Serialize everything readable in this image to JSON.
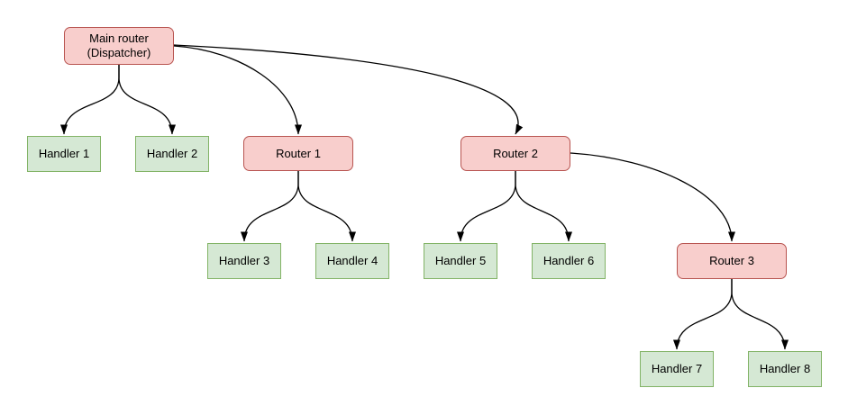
{
  "diagram": {
    "type": "tree",
    "nodes": [
      {
        "id": "main-router",
        "label": "Main router\n(Dispatcher)",
        "kind": "router"
      },
      {
        "id": "handler-1",
        "label": "Handler 1",
        "kind": "handler"
      },
      {
        "id": "handler-2",
        "label": "Handler 2",
        "kind": "handler"
      },
      {
        "id": "router-1",
        "label": "Router 1",
        "kind": "router"
      },
      {
        "id": "router-2",
        "label": "Router 2",
        "kind": "router"
      },
      {
        "id": "handler-3",
        "label": "Handler 3",
        "kind": "handler"
      },
      {
        "id": "handler-4",
        "label": "Handler 4",
        "kind": "handler"
      },
      {
        "id": "handler-5",
        "label": "Handler 5",
        "kind": "handler"
      },
      {
        "id": "handler-6",
        "label": "Handler 6",
        "kind": "handler"
      },
      {
        "id": "router-3",
        "label": "Router 3",
        "kind": "router"
      },
      {
        "id": "handler-7",
        "label": "Handler 7",
        "kind": "handler"
      },
      {
        "id": "handler-8",
        "label": "Handler 8",
        "kind": "handler"
      }
    ],
    "edges": [
      {
        "from": "main-router",
        "to": "handler-1"
      },
      {
        "from": "main-router",
        "to": "handler-2"
      },
      {
        "from": "main-router",
        "to": "router-1"
      },
      {
        "from": "main-router",
        "to": "router-2"
      },
      {
        "from": "router-1",
        "to": "handler-3"
      },
      {
        "from": "router-1",
        "to": "handler-4"
      },
      {
        "from": "router-2",
        "to": "handler-5"
      },
      {
        "from": "router-2",
        "to": "handler-6"
      },
      {
        "from": "router-2",
        "to": "router-3"
      },
      {
        "from": "router-3",
        "to": "handler-7"
      },
      {
        "from": "router-3",
        "to": "handler-8"
      }
    ]
  },
  "colors": {
    "background": "#ffffff",
    "router_fill": "#f8cecc",
    "router_border": "#b85450",
    "handler_fill": "#d5e8d4",
    "handler_border": "#82b366",
    "edge": "#000000",
    "text": "#000000"
  }
}
